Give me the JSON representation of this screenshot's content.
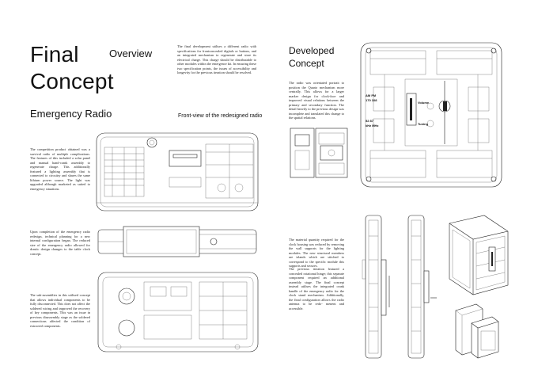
{
  "left_page": {
    "title_line1": "Final",
    "title_line2": "Concept",
    "overview": "Overview",
    "subtitle": "Emergency Radio",
    "overview_text": "The final development utilises a different radio with specifications for frontconcealed digitals or buttons, and an integrated mechanism to regenerate and store its electrical charge. This charge should be distributable to other modules within the emergence kit. In ensuring these two specification points, the issues of accessibility and longevity for the previous iteration should be resolved.",
    "front_view_caption": "Front-view of the redesigned radio",
    "text_1": "The competition product obtained was a survival radio of multiple complications. The features of this included a solar panel and manual hand-crank assembly to regenerate charge. This additionally featured a lighting assembly that is connected to circuitry and shares the same lithium power source. The light was upgraded although marketed as suited to emergency situations.",
    "text_2": "Upon completion of the emergency radio redesign, technical planning for a new internal configuration began. The reduced size of the emergency radio allowed for drastic design changes to the table clock concept.",
    "text_3": "The sub-assemblies in this utilised concept that allows individual components to be fully disconnected. This does not affect the soldered wiring and improved the recovery of key components. This was an issue in previous disassembly stage as the soldered connections affected the condition of extracted components."
  },
  "right_page": {
    "title_line1": "Developed",
    "title_line2": "Concept",
    "text_1": "The radio was orientated portrait to position the Quartz mechanism more centrally. This allows for a larger marker design for clock-face and improved visual relations between the primary and secondary function. The detail heavily to the previous design was incomplete and translated this change to the spatial relations.",
    "text_2": "The material quantity required for the clock housing was reduced by removing the wall supports for the lighting modules. The new structural members are islands which are stitched to correspond to the specific module this supports and secures.",
    "text_3": "The previous iteration featured a concealed rotational hinge; this separate component required an additional assembly stage. The final concept instead utilises the integrated crank handle of the emergency radio for the clock stand mechanism. Additionally, the final configuration allows the radio antenna to be redo- menent and accessible.",
    "dial_labels": {
      "am_fm": "AM  FM",
      "freq_1": "170  108",
      "volume": "Volume",
      "tuning": "Tuning",
      "freq_2": "52  87",
      "khz_mhz": "kHz  MHz"
    }
  }
}
